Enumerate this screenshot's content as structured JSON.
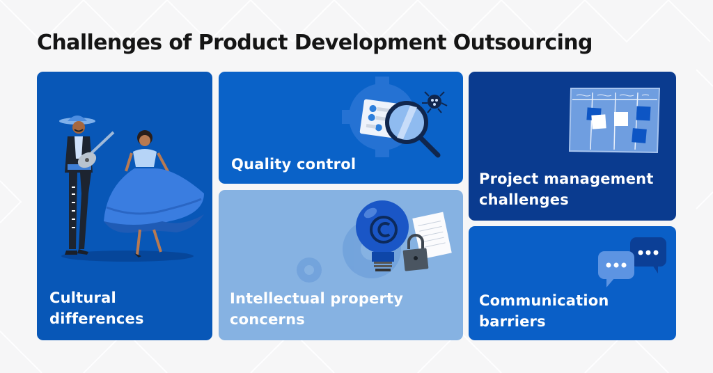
{
  "page": {
    "title": "Challenges of Product Development Outsourcing",
    "background_color": "#f6f6f7"
  },
  "cards": [
    {
      "id": "cultural",
      "label_line1": "Cultural",
      "label_line2": "differences",
      "color": "#0857b7",
      "illustration": "dancing-couple-illustration"
    },
    {
      "id": "quality",
      "label_line1": "Quality control",
      "label_line2": "",
      "color": "#0a62c8",
      "illustration": "magnifier-bug-gear-illustration"
    },
    {
      "id": "ip",
      "label_line1": "Intellectual property",
      "label_line2": "concerns",
      "color": "#86b2e2",
      "illustration": "lightbulb-copyright-lock-illustration"
    },
    {
      "id": "pm",
      "label_line1": "Project management",
      "label_line2": "challenges",
      "color": "#0a3b8f",
      "illustration": "kanban-board-illustration"
    },
    {
      "id": "comm",
      "label_line1": "Communication",
      "label_line2": "barriers",
      "color": "#0a5fc7",
      "illustration": "chat-bubbles-illustration"
    }
  ]
}
